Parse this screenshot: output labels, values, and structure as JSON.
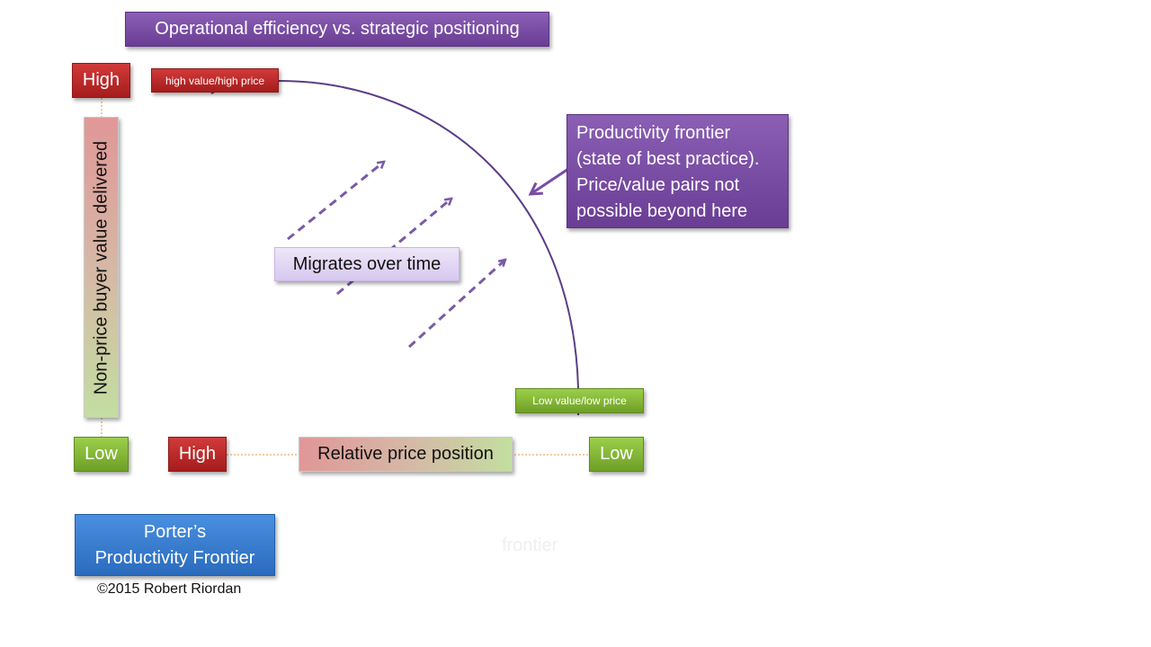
{
  "title": "Operational efficiency vs. strategic positioning",
  "y_axis": {
    "high": "High",
    "low": "Low",
    "label": "Non-price buyer value delivered"
  },
  "x_axis": {
    "high": "High",
    "low": "Low",
    "label": "Relative price position"
  },
  "labels": {
    "high_value_high_price": "high value/high price",
    "low_value_low_price": "Low value/low price",
    "migrates": "Migrates over time"
  },
  "callout": {
    "lines": [
      "Productivity frontier",
      "(state of best practice).",
      "Price/value pairs not",
      "possible beyond here"
    ]
  },
  "footer": {
    "porter_line1": "Porter’s",
    "porter_line2": "Productivity Frontier",
    "copyright": "©2015 Robert Riordan",
    "ghost": "frontier"
  },
  "colors": {
    "red": "#b82828",
    "green": "#7cb135",
    "purple": "#7a4ca6",
    "blue": "#3a7dd0",
    "curve": "#5b3e86",
    "axis_dash": "#e8924a",
    "arrow": "#7a5aa6"
  }
}
